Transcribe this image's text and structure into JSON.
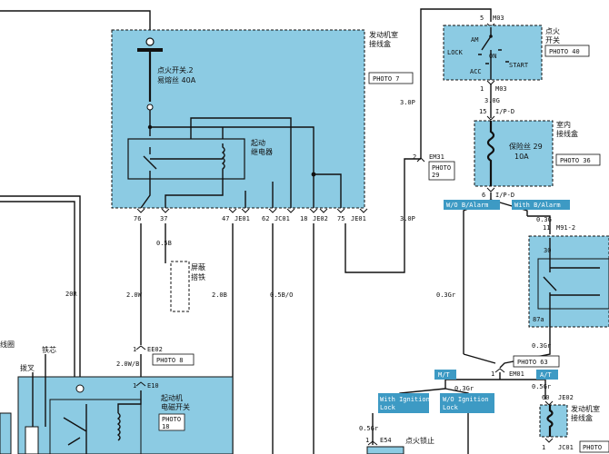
{
  "engine_box": {
    "title": "发动机室\n接线盒",
    "photo": "PHOTO 7",
    "fuse_label_1": "点火开关.2",
    "fuse_label_2": "易熔丝 40A",
    "relay_label_1": "起动",
    "relay_label_2": "继电器",
    "pins": [
      "76",
      "37",
      "47",
      "JE01",
      "62",
      "JC01",
      "18",
      "JE02",
      "75",
      "JE01"
    ]
  },
  "ignition": {
    "title_1": "点火",
    "title_2": "开关",
    "photo": "PHOTO 40",
    "conn": "M03",
    "pin_top": "5",
    "pos_am": "AM",
    "pos_lock": "LOCK",
    "pos_on": "ON",
    "pos_acc": "ACC",
    "pos_start": "START",
    "pin_bottom": "1",
    "conn_bottom": "M03"
  },
  "indoor_box": {
    "title_1": "室内",
    "title_2": "接线盒",
    "photo": "PHOTO 36",
    "fuse_1": "保险丝 29",
    "fuse_2": "10A",
    "pin_top": "15",
    "conn_top": "I/P-D",
    "pin_bottom": "6",
    "conn_bottom": "I/P-D"
  },
  "wires": {
    "w_3op_top": "3.0P",
    "w_3og": "3.0G",
    "w_3op_bottom": "3.0P",
    "w_05b": "0.5B",
    "w_20w": "2.0W",
    "w_20b": "2.0B",
    "w_05bo": "0.5B/O",
    "w_20r": "20R",
    "w_20wb": "2.0W/B",
    "w_03gr": "0.3Gr",
    "w_03gr_2": "0.3Gr",
    "w_03gr_3": "0.3Gr",
    "w_05gr": "0.5Gr",
    "w_05gr_2": "0.5Gr"
  },
  "em31": {
    "pin": "2",
    "conn": "EM31",
    "photo_1": "PHOTO",
    "photo_2": "29"
  },
  "tags": {
    "wo_alarm": "W/O B/Alarm",
    "with_alarm": "With B/Alarm",
    "mt": "M/T",
    "at": "A/T",
    "with_ign_lock_1": "With Ignition",
    "with_ign_lock_2": "Lock",
    "wo_ign_lock_1": "W/O Ignition",
    "wo_ign_lock_2": "Lock"
  },
  "m91": {
    "wire": "0.3G",
    "pin": "11",
    "conn": "M91-2",
    "pin_30": "30",
    "pin_87a": "87a"
  },
  "ground": {
    "label_1": "屏蔽",
    "label_2": "搭铁"
  },
  "starter": {
    "ee02_pin": "1",
    "ee02": "EE02",
    "photo": "PHOTO 8",
    "e10_pin": "1",
    "e10": "E10",
    "title_1": "起动机",
    "title_2": "电磁开关",
    "photo2_1": "PHOTO",
    "photo2_2": "18",
    "fork": "拨叉",
    "core": "铁芯",
    "coil": "线圈"
  },
  "em01": {
    "pin": "1",
    "conn": "EM01",
    "photo": "PHOTO 63"
  },
  "je02": {
    "pin": "60",
    "conn": "JE02",
    "title_1": "发动机室",
    "title_2": "接线盒",
    "pin_b": "1",
    "conn_b": "JC01",
    "photo": "PHOTO"
  },
  "e54": {
    "pin": "1",
    "conn": "E54",
    "title": "点火锁止"
  }
}
